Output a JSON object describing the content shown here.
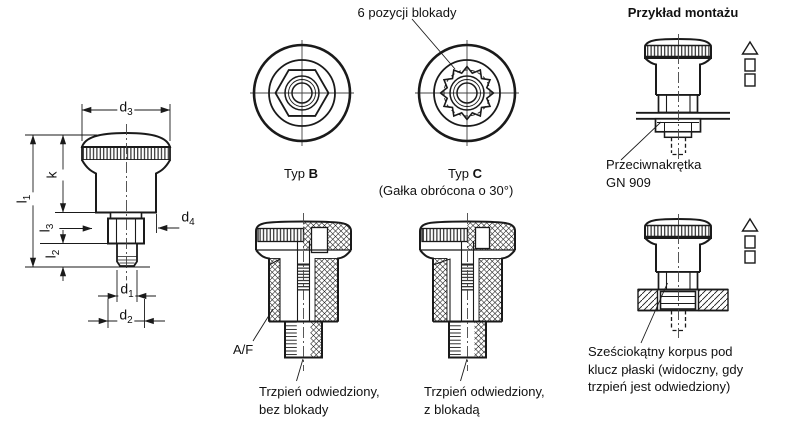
{
  "side_view": {
    "dims": {
      "d3": {
        "base": "d",
        "sub": "3"
      },
      "k": {
        "base": "k",
        "sub": ""
      },
      "l1": {
        "base": "l",
        "sub": "1"
      },
      "l3": {
        "base": "l",
        "sub": "3"
      },
      "l2": {
        "base": "l",
        "sub": "2"
      },
      "d4": {
        "base": "d",
        "sub": "4"
      },
      "d1": {
        "base": "d",
        "sub": "1"
      },
      "d2": {
        "base": "d",
        "sub": "2"
      }
    }
  },
  "top_views": {
    "callout": "6 pozycji blokady"
  },
  "types": {
    "b": {
      "prefix": "Typ ",
      "letter": "B"
    },
    "c": {
      "prefix": "Typ ",
      "letter": "C",
      "note": "(Gałka obrócona o 30°)"
    }
  },
  "sections": {
    "af_label": "A/F",
    "caption_b_line1": "Trzpień odwiedziony,",
    "caption_b_line2": "bez blokady",
    "caption_c_line1": "Trzpień odwiedziony,",
    "caption_c_line2": "z blokadą"
  },
  "mounting": {
    "heading": "Przykład montażu",
    "counternut_line1": "Przeciwnakrętka",
    "counternut_line2": "GN 909",
    "hexbody_line1": "Sześciokątny korpus pod",
    "hexbody_line2": "klucz płaski (widoczny, gdy",
    "hexbody_line3": "trzpień jest odwiedziony)"
  },
  "colors": {
    "line": "#1a1a1a",
    "background": "#ffffff"
  }
}
